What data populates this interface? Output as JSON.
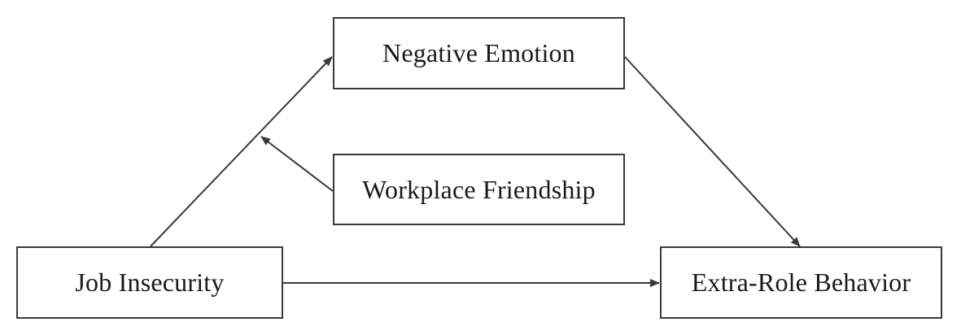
{
  "diagram": {
    "nodes": {
      "negative_emotion": "Negative Emotion",
      "workplace_friendship": "Workplace Friendship",
      "job_insecurity": "Job Insecurity",
      "extra_role_behavior": "Extra-Role Behavior"
    },
    "edges": [
      {
        "from": "Job Insecurity",
        "to": "Negative Emotion"
      },
      {
        "from": "Negative Emotion",
        "to": "Extra-Role Behavior"
      },
      {
        "from": "Job Insecurity",
        "to": "Extra-Role Behavior"
      },
      {
        "from": "Workplace Friendship",
        "to": "Job Insecurity → Negative Emotion path"
      }
    ],
    "colors": {
      "line": "#3a3a3a",
      "text": "#1a1a1a",
      "background": "#ffffff"
    }
  }
}
